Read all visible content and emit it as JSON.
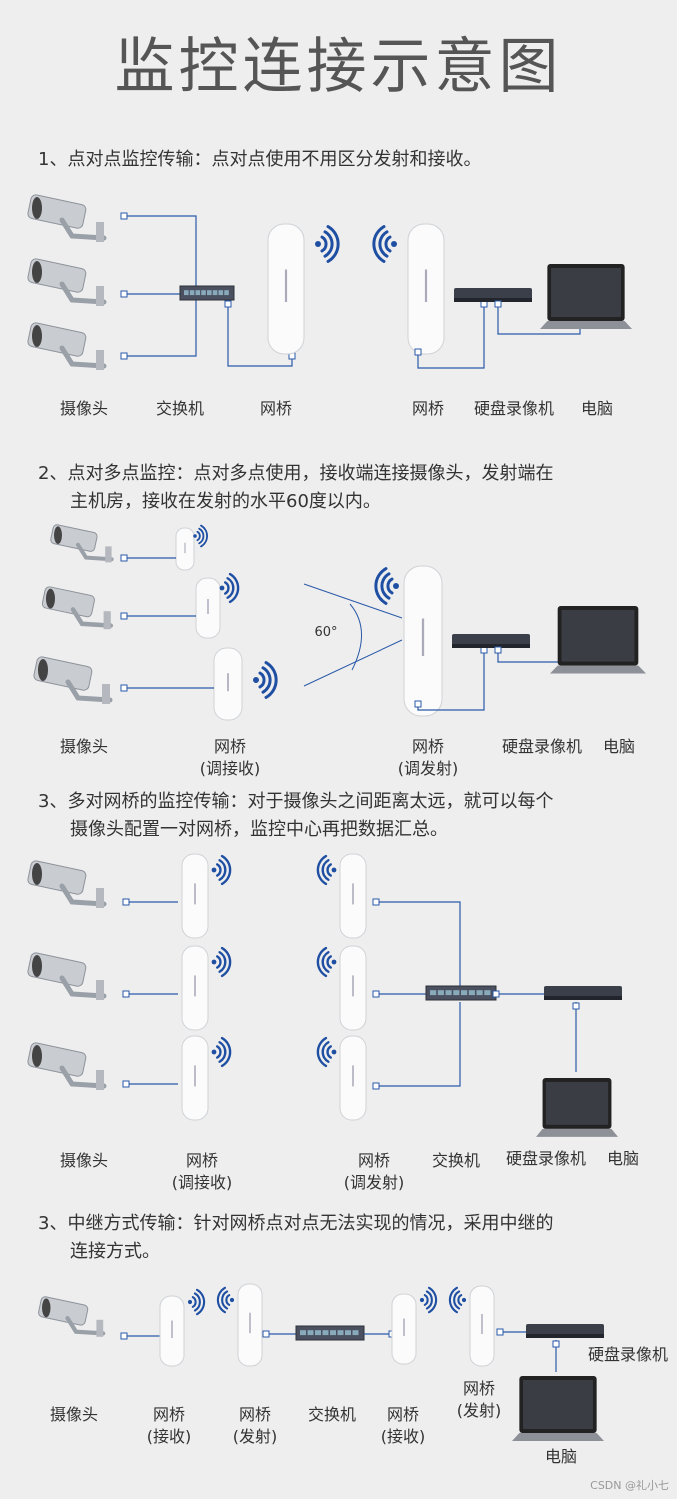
{
  "title": "监控连接示意图",
  "sections": [
    {
      "text": "1、点对点监控传输：点对点使用不用区分发射和接收。"
    },
    {
      "text": "2、点对多点监控：点对多点使用，接收端连接摄像头，发射端在"
    },
    {
      "text": "主机房，接收在发射的水平60度以内。"
    },
    {
      "text": "3、多对网桥的监控传输：对于摄像头之间距离太远，就可以每个"
    },
    {
      "text": "摄像头配置一对网桥，监控中心再把数据汇总。"
    },
    {
      "text": "3、中继方式传输：针对网桥点对点无法实现的情况，采用中继的"
    },
    {
      "text": "连接方式。"
    }
  ],
  "labels": {
    "camera": "摄像头",
    "switch": "交换机",
    "bridge": "网桥",
    "nvr": "硬盘录像机",
    "pc": "电脑",
    "bridge_rx": "网桥\n(调接收)",
    "bridge_tx": "网桥\n(调发射)",
    "bridge_recv": "网桥\n(接收)",
    "bridge_send": "网桥\n(发射)",
    "angle": "60°"
  },
  "watermark": "CSDN @礼小七",
  "colors": {
    "line": "#2a5aa8",
    "wave": "#1f4fa3",
    "device": "#3a3f4a"
  }
}
